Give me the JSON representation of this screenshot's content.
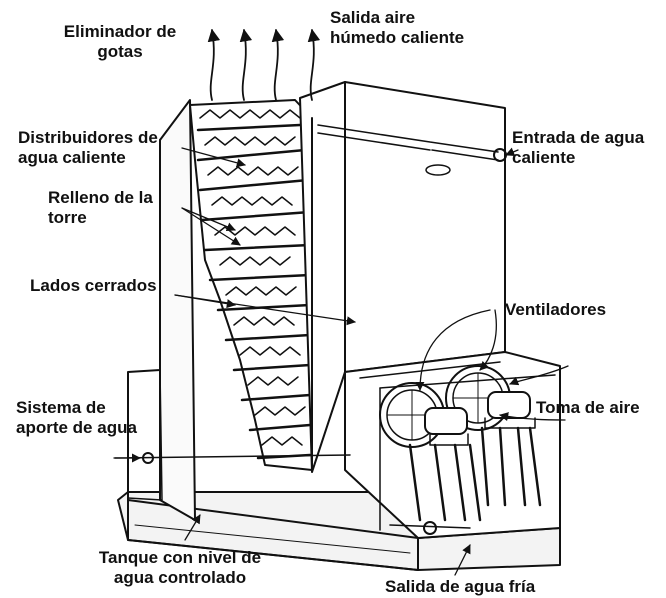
{
  "labels": {
    "eliminador_l1": "Eliminador de",
    "eliminador_l2": "gotas",
    "salida_aire_l1": "Salida aire",
    "salida_aire_l2": "húmedo caliente",
    "distribuidores_l1": "Distribuidores de",
    "distribuidores_l2": "agua caliente",
    "entrada_l1": "Entrada de agua",
    "entrada_l2": "caliente",
    "relleno_l1": "Relleno de la",
    "relleno_l2": "torre",
    "lados": "Lados cerrados",
    "ventiladores": "Ventiladores",
    "sistema_l1": "Sistema de",
    "sistema_l2": "aporte de agua",
    "toma": "Toma de aire",
    "tanque_l1": "Tanque con nivel de",
    "tanque_l2": "agua controlado",
    "salida_agua": "Salida de agua fría"
  },
  "colors": {
    "ink": "#111111",
    "paper": "#ffffff"
  }
}
